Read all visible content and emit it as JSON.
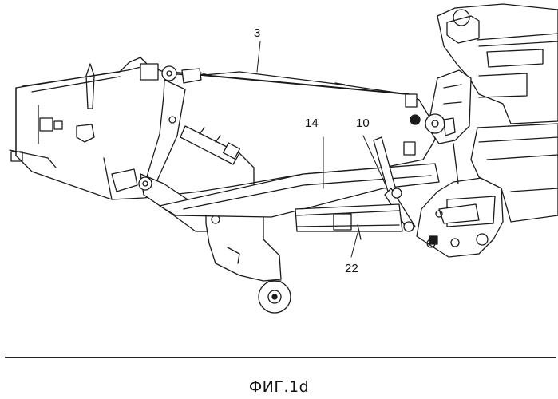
{
  "figure": {
    "caption": "ФИГ.1d",
    "reference_labels": {
      "header_frame": "3",
      "arm": "14",
      "link": "10",
      "cylinder": "22"
    }
  }
}
